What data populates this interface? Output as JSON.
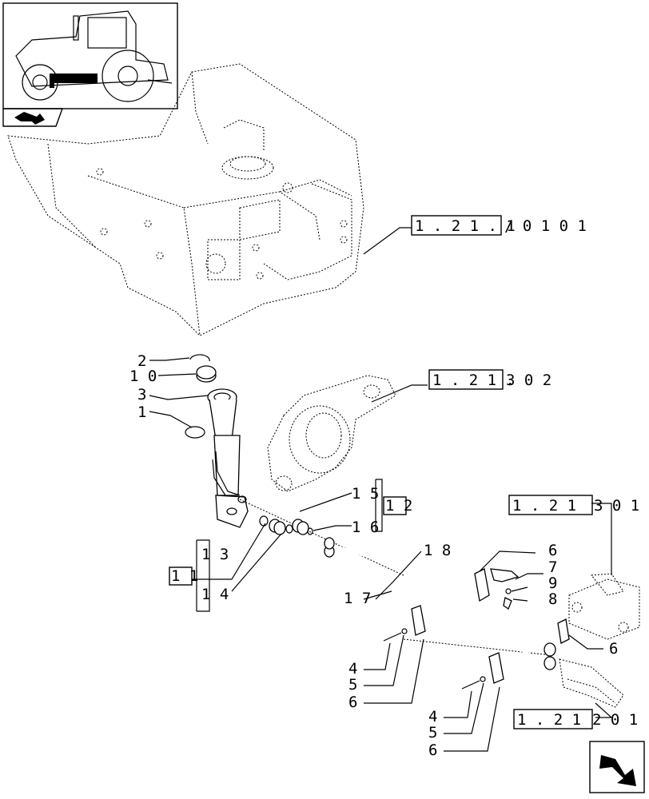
{
  "references": [
    {
      "boxed": "1 . 2 1 . 1",
      "suffix": "/ 0 1   0 1"
    },
    {
      "boxed": "1 . 2 1 .",
      "suffix": "3   0 2"
    },
    {
      "boxed": "1 . 2 1",
      "suffix": "3   0 1"
    },
    {
      "boxed": "1 . 2 1",
      "suffix": "2   0 1"
    }
  ],
  "callouts": {
    "c2": "2",
    "c10": "1 0",
    "c3": "3",
    "c1": "1",
    "c15": "1 5",
    "c12": "1 2",
    "c16": "1 6",
    "c11": "1 1",
    "c13": "1 3",
    "c14": "1 4",
    "c18": "1 8",
    "c17": "1 7",
    "c6a": "6",
    "c7": "7",
    "c9": "9",
    "c8": "8",
    "c6b": "6",
    "c4a": "4",
    "c5a": "5",
    "c6c": "6",
    "c4b": "4",
    "c5b": "5",
    "c6d": "6"
  },
  "icons": {
    "thumbnail": "tractor-thumbnail-icon",
    "section": "section-arrow-icon",
    "nav": "next-page-arrow-icon"
  }
}
